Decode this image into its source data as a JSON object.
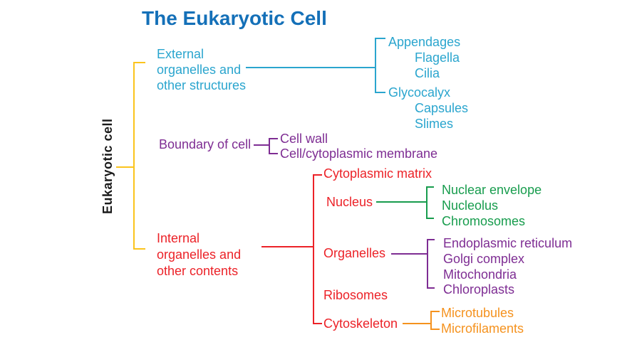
{
  "title": "The Eukaryotic Cell",
  "root": {
    "label": "Eukaryotic cell"
  },
  "colors": {
    "blue": "#1470B8",
    "teal": "#2AA5CE",
    "purple": "#7E2D93",
    "red": "#EC2228",
    "green": "#179C4D",
    "orange": "#F5921E",
    "yellow": "#FBC41D",
    "black": "#1A1A1A"
  },
  "branches": {
    "external": {
      "label": "External\norganelles and\nother structures",
      "children": [
        {
          "label": "Appendages",
          "sub": [
            "Flagella",
            "Cilia"
          ]
        },
        {
          "label": "Glycocalyx",
          "sub": [
            "Capsules",
            "Slimes"
          ]
        }
      ]
    },
    "boundary": {
      "label": "Boundary of cell",
      "children": [
        {
          "label": "Cell wall"
        },
        {
          "label": "Cell/cytoplasmic membrane"
        }
      ]
    },
    "internal": {
      "label": "Internal\norganelles and\nother contents",
      "children": [
        {
          "label": "Cytoplasmic matrix"
        },
        {
          "label": "Nucleus",
          "sub": [
            "Nuclear envelope",
            "Nucleolus",
            "Chromosomes"
          ]
        },
        {
          "label": "Organelles",
          "sub": [
            "Endoplasmic reticulum",
            "Golgi complex",
            "Mitochondria",
            "Chloroplasts"
          ]
        },
        {
          "label": "Ribosomes"
        },
        {
          "label": "Cytoskeleton",
          "sub": [
            "Microtubules",
            "Microfilaments"
          ]
        }
      ]
    }
  }
}
